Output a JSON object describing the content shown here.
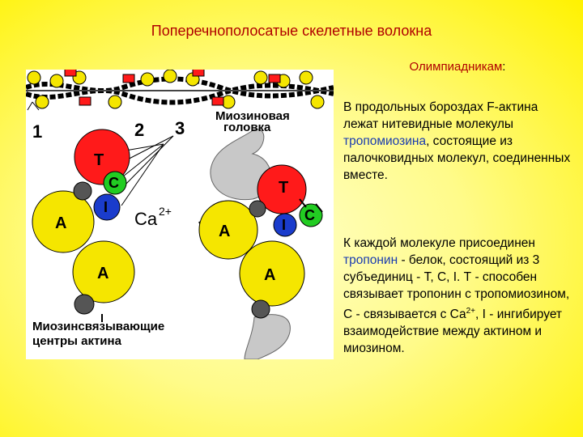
{
  "title": "Поперечнополосатые скелетные волокна",
  "subtitle": "Олимпиадникам",
  "subtitle_colon": ":",
  "figure": {
    "num_1": "1",
    "num_2": "2",
    "num_3": "3",
    "label_myosin_head_line1": "Миозиновая",
    "label_myosin_head_line2": "головка",
    "label_binding_line1": "Миозинсвязывающие",
    "label_binding_line2": "центры актина",
    "t": "T",
    "c": "C",
    "i": "I",
    "a": "A",
    "ca_base": "Ca",
    "ca_sup": "2+"
  },
  "paragraph1": {
    "part1": "В продольных бороздах F-актина лежат нитевидные молекулы ",
    "link": "тропомиозина",
    "part2": ", состоящие из палочковидных молекул, соединенных вместе."
  },
  "paragraph2": {
    "part1": "К каждой молекуле присоединен ",
    "link": "тропонин",
    "part2": " - белок, состоящий из 3 субъединиц - Т, С, I. Т - способен связывает тропонин с тропомиозином, С - связывается с Са",
    "sup": "2+",
    "part3": ", I - ингибирует взаимодействие между актином и миозином."
  },
  "colors": {
    "title": "#b00000",
    "link": "#1a3cb0",
    "actin": "#f5e600",
    "troponin_t": "#ff1a1a",
    "troponin_c": "#22cc22",
    "troponin_i": "#1a3ccc",
    "myosin": "#c8c8c8"
  }
}
